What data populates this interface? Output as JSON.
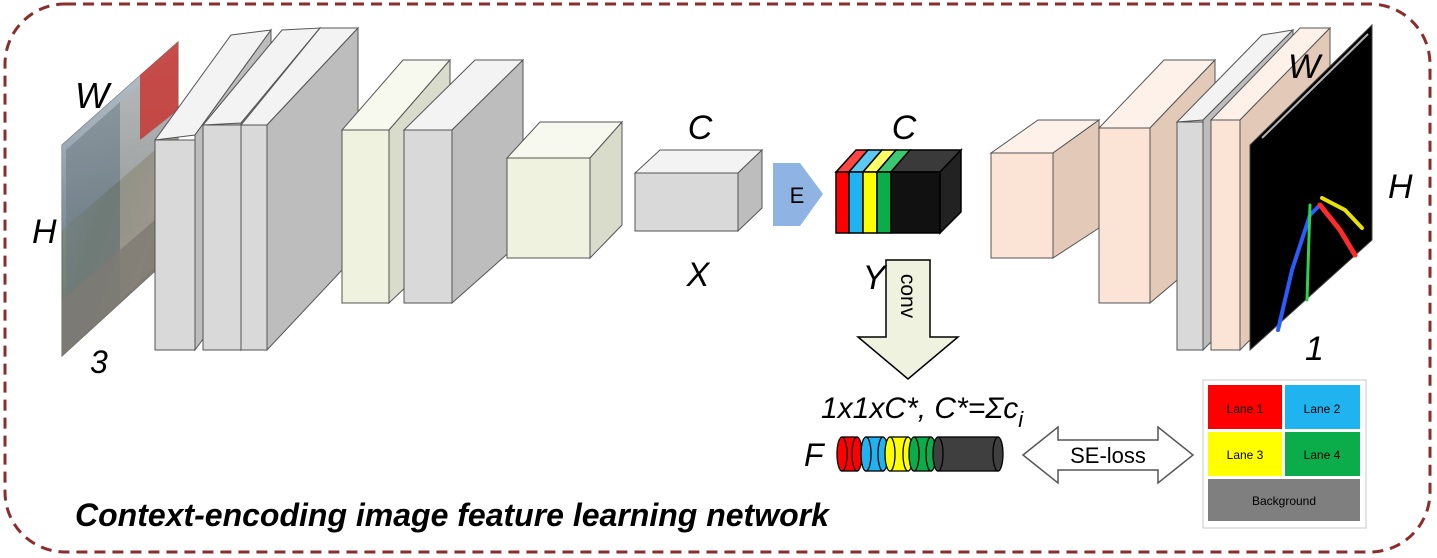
{
  "title": "Context-encoding image feature learning network",
  "input": {
    "w": "W",
    "h": "H",
    "channels": "3"
  },
  "features": {
    "c_label": "C",
    "x_label": "X",
    "c2_label": "C",
    "y_label": "Y",
    "f_label": "F"
  },
  "encoder_label": "E",
  "conv_label": "conv",
  "formula": "1x1xC*, C*=Σc",
  "formula_sub": "i",
  "loss_label": "SE-loss",
  "output": {
    "w": "W",
    "h": "H",
    "channels": "1"
  },
  "classes": [
    {
      "label": "Lane 1",
      "color": "#ff0000"
    },
    {
      "label": "Lane 2",
      "color": "#1fb4f0"
    },
    {
      "label": "Lane 3",
      "color": "#ffff00"
    },
    {
      "label": "Lane 4",
      "color": "#0aad4a"
    },
    {
      "label": "Background",
      "color": "#7f7f7f"
    }
  ],
  "colors": {
    "frame": "#8b2d2d",
    "gray_layer": "#d9d9d9",
    "green_layer": "#eef2df",
    "peach_layer": "#fbe3d6",
    "encoder_arrow": "#8fb4e3",
    "conv_arrow": "#eef2df"
  }
}
